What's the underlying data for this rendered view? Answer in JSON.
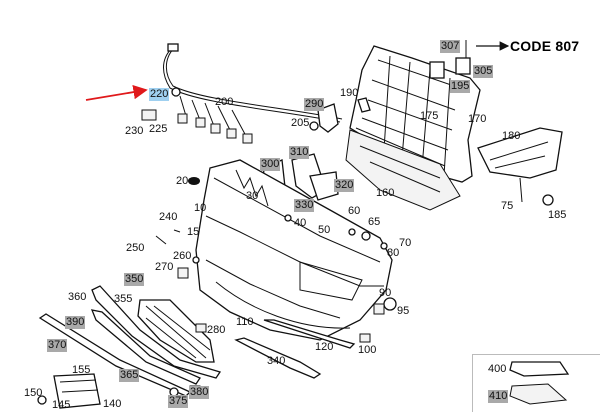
{
  "code_note": {
    "text": "CODE 807"
  },
  "labels": [
    {
      "id": "307",
      "text": "307",
      "style": "hl"
    },
    {
      "id": "305",
      "text": "305",
      "style": "hl"
    },
    {
      "id": "195",
      "text": "195",
      "style": "hl"
    },
    {
      "id": "220",
      "text": "220",
      "style": "hl-blue"
    },
    {
      "id": "200",
      "text": "200",
      "style": "plain"
    },
    {
      "id": "225",
      "text": "225",
      "style": "plain"
    },
    {
      "id": "230",
      "text": "230",
      "style": "plain"
    },
    {
      "id": "290",
      "text": "290",
      "style": "hl"
    },
    {
      "id": "190",
      "text": "190",
      "style": "plain"
    },
    {
      "id": "205",
      "text": "205",
      "style": "plain"
    },
    {
      "id": "175",
      "text": "175",
      "style": "plain"
    },
    {
      "id": "170",
      "text": "170",
      "style": "plain"
    },
    {
      "id": "180",
      "text": "180",
      "style": "plain"
    },
    {
      "id": "310",
      "text": "310",
      "style": "hl"
    },
    {
      "id": "300",
      "text": "300",
      "style": "hl"
    },
    {
      "id": "320",
      "text": "320",
      "style": "hl"
    },
    {
      "id": "330",
      "text": "330",
      "style": "hl"
    },
    {
      "id": "20",
      "text": "20",
      "style": "plain"
    },
    {
      "id": "30",
      "text": "30",
      "style": "plain"
    },
    {
      "id": "10",
      "text": "10",
      "style": "plain"
    },
    {
      "id": "160",
      "text": "160",
      "style": "plain"
    },
    {
      "id": "75",
      "text": "75",
      "style": "plain"
    },
    {
      "id": "185",
      "text": "185",
      "style": "plain"
    },
    {
      "id": "240",
      "text": "240",
      "style": "plain"
    },
    {
      "id": "15",
      "text": "15",
      "style": "plain"
    },
    {
      "id": "40",
      "text": "40",
      "style": "plain"
    },
    {
      "id": "60",
      "text": "60",
      "style": "plain"
    },
    {
      "id": "65",
      "text": "65",
      "style": "plain"
    },
    {
      "id": "50",
      "text": "50",
      "style": "plain"
    },
    {
      "id": "70",
      "text": "70",
      "style": "plain"
    },
    {
      "id": "80",
      "text": "80",
      "style": "plain"
    },
    {
      "id": "250",
      "text": "250",
      "style": "plain"
    },
    {
      "id": "260",
      "text": "260",
      "style": "plain"
    },
    {
      "id": "270",
      "text": "270",
      "style": "plain"
    },
    {
      "id": "350",
      "text": "350",
      "style": "hl"
    },
    {
      "id": "360",
      "text": "360",
      "style": "plain"
    },
    {
      "id": "355",
      "text": "355",
      "style": "plain"
    },
    {
      "id": "390",
      "text": "390",
      "style": "hl"
    },
    {
      "id": "280",
      "text": "280",
      "style": "plain"
    },
    {
      "id": "110",
      "text": "110",
      "style": "plain"
    },
    {
      "id": "90",
      "text": "90",
      "style": "plain"
    },
    {
      "id": "95",
      "text": "95",
      "style": "plain"
    },
    {
      "id": "370",
      "text": "370",
      "style": "hl"
    },
    {
      "id": "120",
      "text": "120",
      "style": "plain"
    },
    {
      "id": "100",
      "text": "100",
      "style": "plain"
    },
    {
      "id": "340",
      "text": "340",
      "style": "plain"
    },
    {
      "id": "155",
      "text": "155",
      "style": "plain"
    },
    {
      "id": "365",
      "text": "365",
      "style": "hl"
    },
    {
      "id": "150",
      "text": "150",
      "style": "plain"
    },
    {
      "id": "145",
      "text": "145",
      "style": "plain"
    },
    {
      "id": "140",
      "text": "140",
      "style": "plain"
    },
    {
      "id": "375",
      "text": "375",
      "style": "hl"
    },
    {
      "id": "380",
      "text": "380",
      "style": "hl"
    },
    {
      "id": "400",
      "text": "400",
      "style": "plain"
    },
    {
      "id": "410",
      "text": "410",
      "style": "hl"
    }
  ],
  "colors": {
    "highlight_gray": "#a9a9a9",
    "highlight_blue": "#9fd0f0",
    "callout_arrow": "#e0191b"
  }
}
